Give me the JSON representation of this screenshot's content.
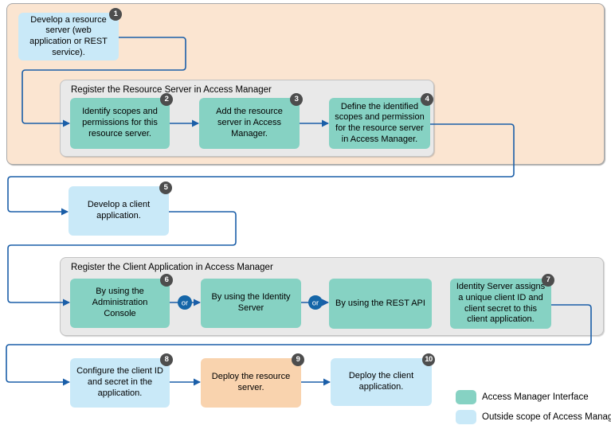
{
  "diagram": {
    "group_titles": {
      "register_resource_server": "Register the Resource Server in Access Manager",
      "register_client_application": "Register the Client Application in Access Manager"
    },
    "steps": [
      {
        "badge": "1",
        "text": "Develop a resource server (web application or REST service).",
        "type": "outside-scope"
      },
      {
        "badge": "2",
        "text": "Identify scopes and permissions for this resource server.",
        "type": "access-manager"
      },
      {
        "badge": "3",
        "text": "Add the resource server in Access Manager.",
        "type": "access-manager"
      },
      {
        "badge": "4",
        "text": "Define the identified scopes and permission for the resource server in Access Manager.",
        "type": "access-manager"
      },
      {
        "badge": "5",
        "text": "Develop a client application.",
        "type": "outside-scope"
      },
      {
        "badge": "6",
        "text": "By using the Administration Console",
        "type": "access-manager"
      },
      {
        "text": "By using the Identity Server",
        "type": "access-manager"
      },
      {
        "text": "By using the REST API",
        "type": "access-manager"
      },
      {
        "badge": "7",
        "text": "Identity Server assigns a unique client ID and client secret to this client application.",
        "type": "access-manager"
      },
      {
        "badge": "8",
        "text": "Configure the client ID and secret in the application.",
        "type": "outside-scope"
      },
      {
        "badge": "9",
        "text": "Deploy the resource server.",
        "type": "deploy-resource"
      },
      {
        "badge": "10",
        "text": "Deploy the client application.",
        "type": "outside-scope"
      }
    ],
    "labels": {
      "or": "or"
    },
    "legend": [
      {
        "label": "Access Manager Interface",
        "swatch": "#86D2C3"
      },
      {
        "label": "Outside scope of Access Manager",
        "swatch": "#C9E9F8"
      }
    ],
    "colors": {
      "access_manager_interface": "#86D2C3",
      "outside_scope": "#C9E9F8",
      "deploy_resource_box": "#F9D3AE",
      "phase_background": "#FBE5D1",
      "group_background": "#E9E9E9",
      "connector": "#1A5EA8",
      "or_badge": "#1566A8",
      "step_badge": "#4D4D4D"
    }
  }
}
